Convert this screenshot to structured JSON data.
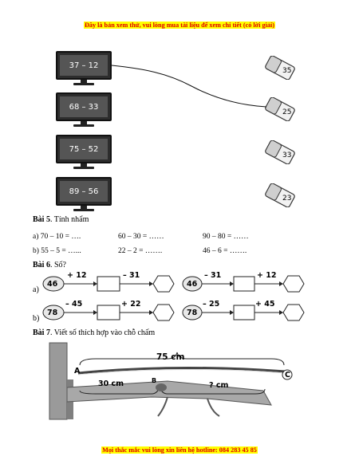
{
  "banner_top": "Đây là bản xem thử, vui lòng mua tài liệu để xem chi tiết (có lời giải)",
  "banner_bottom": "Mọi thắc mắc vui lòng xin liên hệ hotline: 084 283 45 85",
  "matching": {
    "monitors": [
      "37 – 12",
      "68 – 33",
      "75 – 52",
      "89 – 56"
    ],
    "erasers": [
      "35",
      "25",
      "33",
      "23"
    ]
  },
  "bai5": {
    "label": "Bài 5",
    "title": ". Tính nhẩm",
    "rows": [
      [
        "a) 70 – 10 = ….",
        "60 – 30 = ……",
        "90 – 80 = ……"
      ],
      [
        "b) 55 – 5 = …...",
        "22 – 2 = …….",
        "46 – 6 = ……."
      ]
    ]
  },
  "bai6": {
    "label": "Bài 6",
    "title": ". Số?",
    "row_a": "a)",
    "row_b": "b)",
    "chains": [
      {
        "start": "46",
        "op1": "+ 12",
        "op2": "– 31"
      },
      {
        "start": "46",
        "op1": "– 31",
        "op2": "+ 12"
      },
      {
        "start": "78",
        "op1": "– 45",
        "op2": "+ 22"
      },
      {
        "start": "78",
        "op1": "– 25",
        "op2": "+ 45"
      }
    ]
  },
  "bai7": {
    "label": "Bài 7",
    "title": ". Viết số thích hợp vào chỗ chấm",
    "total": "75 cm",
    "part1": "30 cm",
    "part2": "? cm",
    "point_a": "A",
    "point_b": "B",
    "point_c": "C"
  }
}
